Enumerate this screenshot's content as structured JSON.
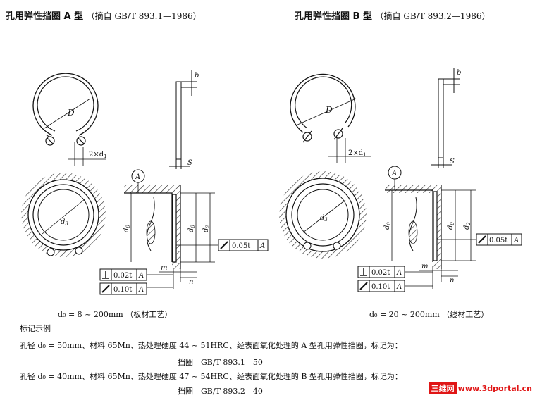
{
  "titles": {
    "left_main": "孔用弹性挡圈 A 型",
    "left_sub": "（摘自 GB/T 893.1—1986）",
    "right_main": "孔用弹性挡圈 B 型",
    "right_sub": "（摘自 GB/T 893.2—1986）"
  },
  "left_diagram": {
    "label_D": "D",
    "label_b": "b",
    "label_2xd1": "2×d",
    "label_2xd1_sub": "1",
    "label_S": "S",
    "label_A": "A",
    "label_d3": "d",
    "label_d3_sub": "3",
    "label_d0_left": "d",
    "label_d0_right": "d",
    "label_d0_sub": "0",
    "label_d2": "d",
    "label_d2_sub": "2",
    "label_m": "m",
    "label_n": "n",
    "tol_flatness": "0.05t",
    "tol_perp": "0.02t",
    "tol_parallel": "0.10t",
    "datum": "A",
    "caption": "d₀ = 8 ~ 200mm （板材工艺）"
  },
  "right_diagram": {
    "label_D": "D",
    "label_b": "b",
    "label_2xd1": "2×d",
    "label_2xd1_sub": "1",
    "label_S": "S",
    "label_A": "A",
    "label_d3": "d",
    "label_d3_sub": "3",
    "label_d0_left": "d",
    "label_d0_right": "d",
    "label_d0_sub": "0",
    "label_d2": "d",
    "label_d2_sub": "2",
    "label_m": "m",
    "label_n": "n",
    "tol_flatness": "0.05t",
    "tol_perp": "0.02t",
    "tol_parallel": "0.10t",
    "datum": "A",
    "caption": "d₀ = 20 ~ 200mm （线材工艺）"
  },
  "examples": {
    "heading": "标记示例",
    "line1": "孔径 d₀ = 50mm、材料 65Mn、热处理硬度 44 ~ 51HRC、经表面氧化处理的 A 型孔用弹性挡圈，标记为：",
    "line2": "挡圈　GB/T 893.1　50",
    "line3": "孔径 d₀ = 40mm、材料 65Mn、热处理硬度 47 ~ 54HRC、经表面氧化处理的 B 型孔用弹性挡圈，标记为：",
    "line4": "挡圈　GB/T 893.2　40"
  },
  "watermark": {
    "left": "三维网",
    "right": "www.3dportal.cn"
  }
}
